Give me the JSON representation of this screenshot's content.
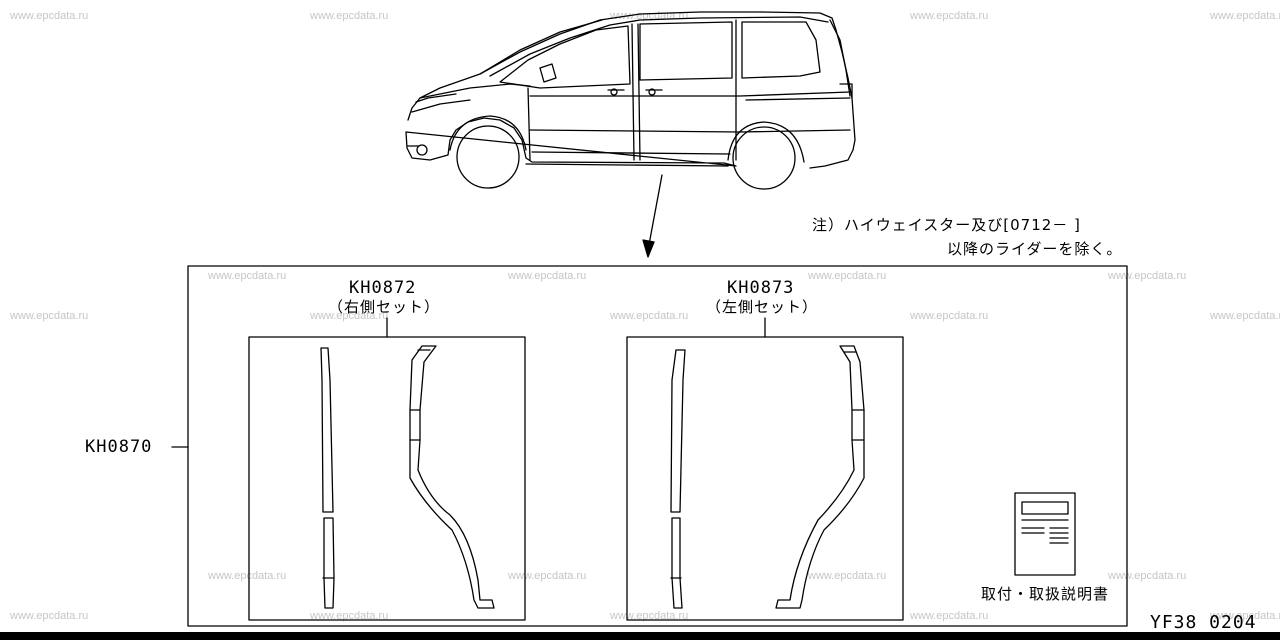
{
  "watermark": "www.epcdata.ru",
  "note": {
    "line1": "注）ハイウェイスター及び[0712－  ]",
    "line2": "以降のライダーを除く。"
  },
  "parts": {
    "main_label": "KH0870",
    "right_set": {
      "code": "KH0872",
      "desc": "（右側セット）"
    },
    "left_set": {
      "code": "KH0873",
      "desc": "（左側セット）"
    }
  },
  "manual": {
    "label": "取付・取扱説明書"
  },
  "page_code": "YF38 0204"
}
